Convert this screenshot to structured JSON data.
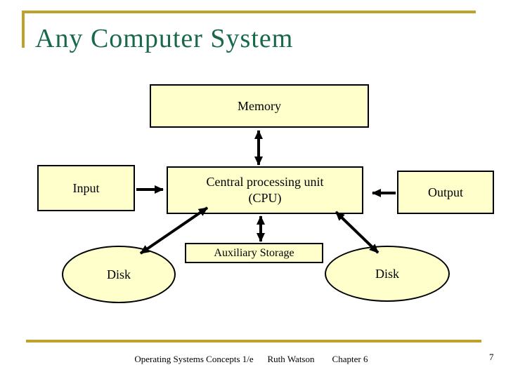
{
  "slide": {
    "title": "Any Computer System",
    "page_number": "7"
  },
  "diagram": {
    "nodes": {
      "memory": {
        "label": "Memory"
      },
      "cpu": {
        "label_line1": "Central processing unit",
        "label_line2": "(CPU)"
      },
      "input": {
        "label": "Input"
      },
      "output": {
        "label": "Output"
      },
      "aux_storage": {
        "label": "Auxiliary Storage"
      },
      "disk_left": {
        "label": "Disk"
      },
      "disk_right": {
        "label": "Disk"
      }
    },
    "connections": [
      {
        "from": "memory",
        "to": "cpu",
        "direction": "bidirectional"
      },
      {
        "from": "input",
        "to": "cpu",
        "direction": "one-way"
      },
      {
        "from": "output",
        "to": "cpu",
        "direction": "one-way"
      },
      {
        "from": "cpu",
        "to": "aux_storage",
        "direction": "bidirectional"
      },
      {
        "from": "cpu",
        "to": "disk_left",
        "direction": "bidirectional"
      },
      {
        "from": "cpu",
        "to": "disk_right",
        "direction": "bidirectional"
      }
    ]
  },
  "footer": {
    "course": "Operating Systems Concepts 1/e",
    "author": "Ruth Watson",
    "chapter": "Chapter 6"
  },
  "colors": {
    "node_fill": "#FFFFCC",
    "node_border": "#000000",
    "title_text": "#17694A",
    "accent_gold": "#BFA12F",
    "arrow": "#000000"
  }
}
